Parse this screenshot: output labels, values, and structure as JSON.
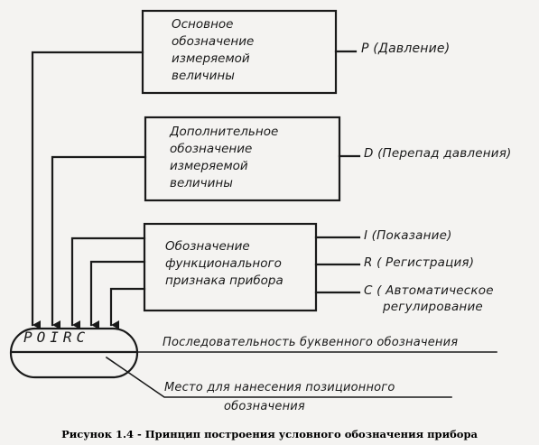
{
  "diagram": {
    "boxes": [
      {
        "lines": [
          "Основное",
          "обозначение",
          "измеряемой",
          "величины"
        ]
      },
      {
        "lines": [
          "Дополнительное",
          "обозначение",
          "измеряемой",
          "величины"
        ]
      },
      {
        "lines": [
          "Обозначение",
          "функционального",
          "признака прибора"
        ]
      }
    ],
    "outputs": {
      "p": "P  (Давление)",
      "d": "D  (Перепад давления)",
      "i": "I  (Показание)",
      "r": "R  ( Регистрация)",
      "c_line1": "C  ( Автоматическое",
      "c_line2": "регулирование"
    },
    "symbol_letters": "POIRC",
    "sequence_label": "Последовательность буквенного обозначения",
    "position_label_line1": "Место для нанесения позиционного",
    "position_label_line2": "обозначения",
    "caption": "Рисунок 1.4 - Принцип построения условного обозначения прибора"
  }
}
